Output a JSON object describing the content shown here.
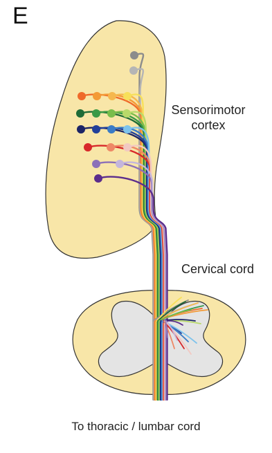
{
  "panel_letter": "E",
  "labels": {
    "cortex_line1": "Sensorimotor",
    "cortex_line2": "cortex",
    "cervical": "Cervical cord",
    "caudal": "To thoracic / lumbar cord"
  },
  "colors": {
    "cortex_fill": "#f8e6a8",
    "cord_fill": "#f8e6a8",
    "grey_matter_fill": "#e4e4e4",
    "outline": "#333333"
  },
  "neuron_colors": [
    "#8c8c8c",
    "#b5b5b5",
    "#ef6a2a",
    "#f39a37",
    "#f5b74e",
    "#f7e05a",
    "#1f6b36",
    "#3a9a46",
    "#79bd4b",
    "#b9d96a",
    "#1c2466",
    "#22409a",
    "#3b7cc6",
    "#7ec3ec",
    "#d8282a",
    "#ee8866",
    "#f2c9c2",
    "#8c70b8",
    "#c4b6dc",
    "#5b2d8c"
  ]
}
